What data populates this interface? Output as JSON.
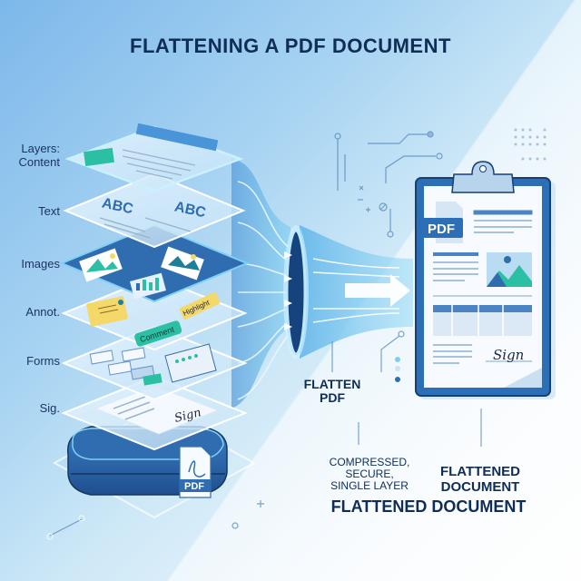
{
  "title": "FLATTENING A PDF DOCUMENT",
  "layers": {
    "labels": [
      {
        "id": "content",
        "text": "Layers:\nContent",
        "line1": "Layers:",
        "line2": "Content"
      },
      {
        "id": "text",
        "text": "Text"
      },
      {
        "id": "images",
        "text": "Images"
      },
      {
        "id": "annot",
        "text": "Annot."
      },
      {
        "id": "forms",
        "text": "Forms"
      },
      {
        "id": "sig",
        "text": "Sig."
      }
    ],
    "text_layer_glyphs": [
      "ABC",
      "ABC"
    ],
    "annotation_tags": [
      "Highlight",
      "Comment"
    ],
    "signature": "Sign",
    "base_badge": "PDF"
  },
  "process": {
    "label_line1": "FLATTEN",
    "label_line2": "PDF"
  },
  "result": {
    "doc_badge": "PDF",
    "signature": "Sign",
    "caption_small_1": "COMPRESSED,",
    "caption_small_2": "SECURE,",
    "caption_small_3": "SINGLE LAYER",
    "caption_right_1": "FLATTENED",
    "caption_right_2": "DOCUMENT",
    "caption_big": "FLATTENED DOCUMENT"
  },
  "colors": {
    "navy": "#0f2d55",
    "accent_blue": "#2d6fb6",
    "teal": "#2bbfa4",
    "sticky_yellow": "#f5d86a",
    "glow": "#d6f3ff"
  }
}
